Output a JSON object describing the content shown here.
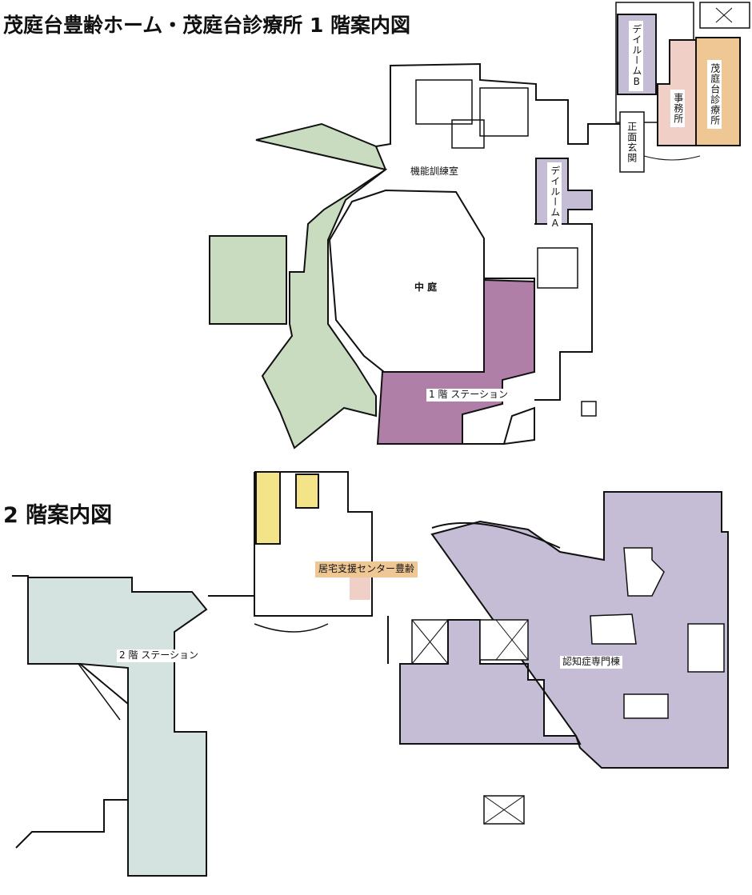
{
  "titles": {
    "floor1": "茂庭台豊齢ホーム・茂庭台診療所 1 階案内図",
    "floor2": "2 階案内図"
  },
  "floor1": {
    "rooms": {
      "dayroom_b": "デイルームB",
      "office": "事務所",
      "clinic": "茂庭台診療所",
      "entrance": "正面玄関",
      "dayroom_a": "デイルームA",
      "training_room": "機能訓練室",
      "courtyard": "中 庭",
      "station": "1 階 ステーション"
    }
  },
  "floor2": {
    "rooms": {
      "support_center": "居宅支援センター豊齢",
      "station": "2 階 ステーション",
      "dementia_wing": "認知症専門棟"
    }
  },
  "colors": {
    "green": "#c9dcc0",
    "station1": "#b07fa8",
    "lavender": "#c5bcd6",
    "pink": "#efcfc6",
    "orange": "#efc795",
    "teal": "#d5e3e0",
    "yellow": "#f3e48a"
  }
}
